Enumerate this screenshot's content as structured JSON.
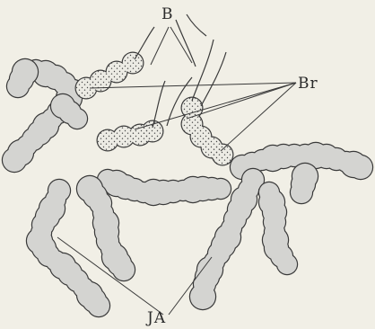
{
  "labels": {
    "b": "B",
    "br": "Br",
    "ja": "JA"
  },
  "colors": {
    "background": "#f1efe6",
    "lobule_fill": "#d4d4d1",
    "outline": "#3a3a3a",
    "stipple": "#4a4a4a"
  }
}
